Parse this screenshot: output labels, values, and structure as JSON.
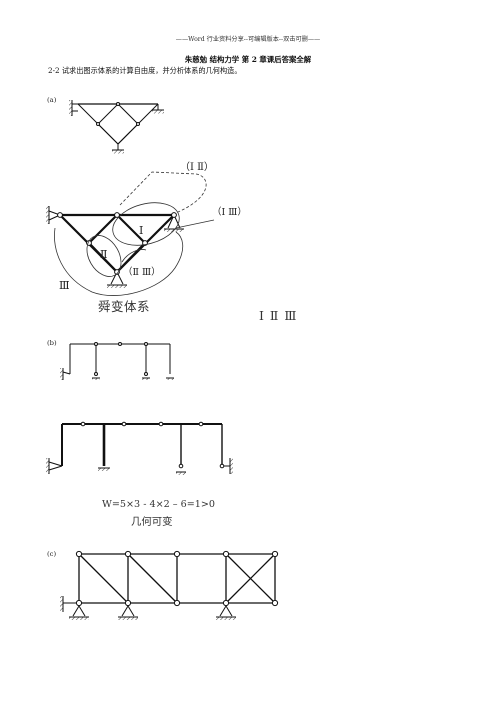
{
  "header": {
    "banner": "——Word 行业资料分享--可编辑版本--双击可删——"
  },
  "title": "朱慈勉  结构力学  第 2 章课后答案全解",
  "question": "2-2  试求出图示体系的计算自由度，并分析体系的几何构造。",
  "parts": {
    "a": {
      "label": "(a)",
      "annotations": [
        "（Ⅰ Ⅱ）",
        "（Ⅰ Ⅲ）",
        "Ⅰ",
        "Ⅱ",
        "（Ⅱ  Ⅲ）",
        "Ⅲ"
      ],
      "caption": "舜变体系",
      "caption2": "Ⅰ Ⅱ Ⅲ"
    },
    "b": {
      "label": "(b)",
      "formula": "W=5×3 - 4×2 – 6=1>0",
      "caption": "几何可变"
    },
    "c": {
      "label": "(c)"
    }
  },
  "colors": {
    "ink": "#111111",
    "faint": "#333333"
  }
}
